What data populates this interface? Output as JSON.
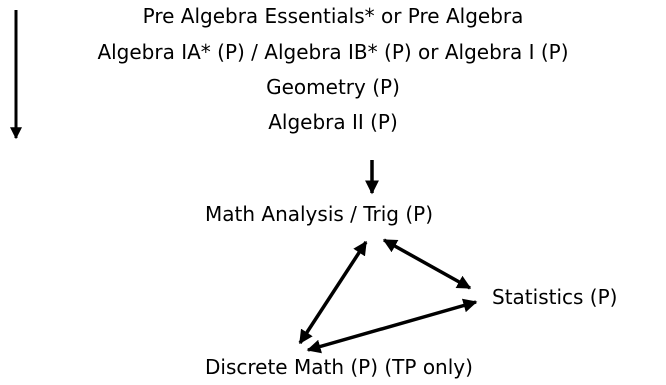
{
  "sequence": [
    "Pre Algebra Essentials* or Pre Algebra",
    "Algebra IA* (P) / Algebra IB* (P) or Algebra I (P)",
    "Geometry (P)",
    "Algebra II (P)"
  ],
  "electives": {
    "math_analysis": "Math Analysis / Trig (P)",
    "statistics": "Statistics (P)",
    "discrete_math": "Discrete Math (P) (TP only)"
  },
  "colors": {
    "text": "#000000",
    "arrow": "#000000",
    "background": "#ffffff"
  }
}
